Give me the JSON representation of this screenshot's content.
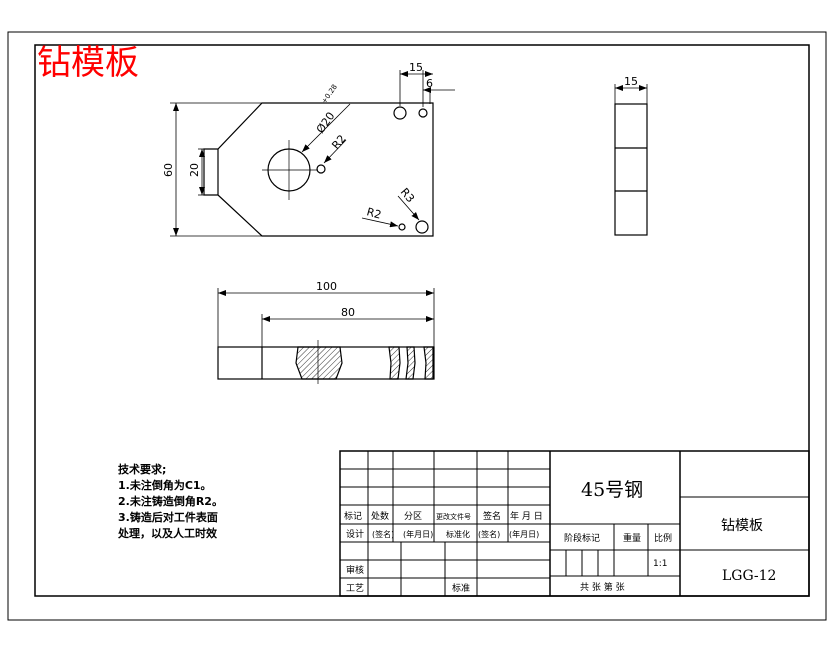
{
  "title": "钻模板",
  "front_view": {
    "dims": {
      "width_top": "15",
      "hole_offset": "6",
      "height": "60",
      "slot": "20",
      "bore": "Ø20",
      "bore_tol": "+0.28",
      "fillet_top": "R2",
      "fillet_bottom": "R2",
      "r3": "R3"
    }
  },
  "side_view": {
    "dims": {
      "thickness": "15"
    }
  },
  "bottom_view": {
    "dims": {
      "length": "100",
      "inner": "80"
    }
  },
  "tech_requirements": {
    "heading": "技术要求;",
    "items": [
      "1.未注倒角为C1。",
      "2.未注铸造倒角R2。",
      "3.铸造后对工件表面",
      "处理，以及人工时效"
    ]
  },
  "title_block": {
    "material": "45号钢",
    "part_name": "钻模板",
    "drawing_no": "LGG-12",
    "scale": "1:1",
    "sheets": "共  张  第  张",
    "row_labels": {
      "mark": "标记",
      "count": "处数",
      "zone": "分区",
      "doc_no": "更改文件号",
      "sign": "签名",
      "date": "年 月 日",
      "design": "设计",
      "sign_fill": "(签名)",
      "date_fill": "(年月日)",
      "standardize": "标准化",
      "review": "审核",
      "craft": "工艺",
      "approve": "标准",
      "stage_mark": "阶段标记",
      "weight": "重量",
      "ratio": "比例"
    }
  }
}
